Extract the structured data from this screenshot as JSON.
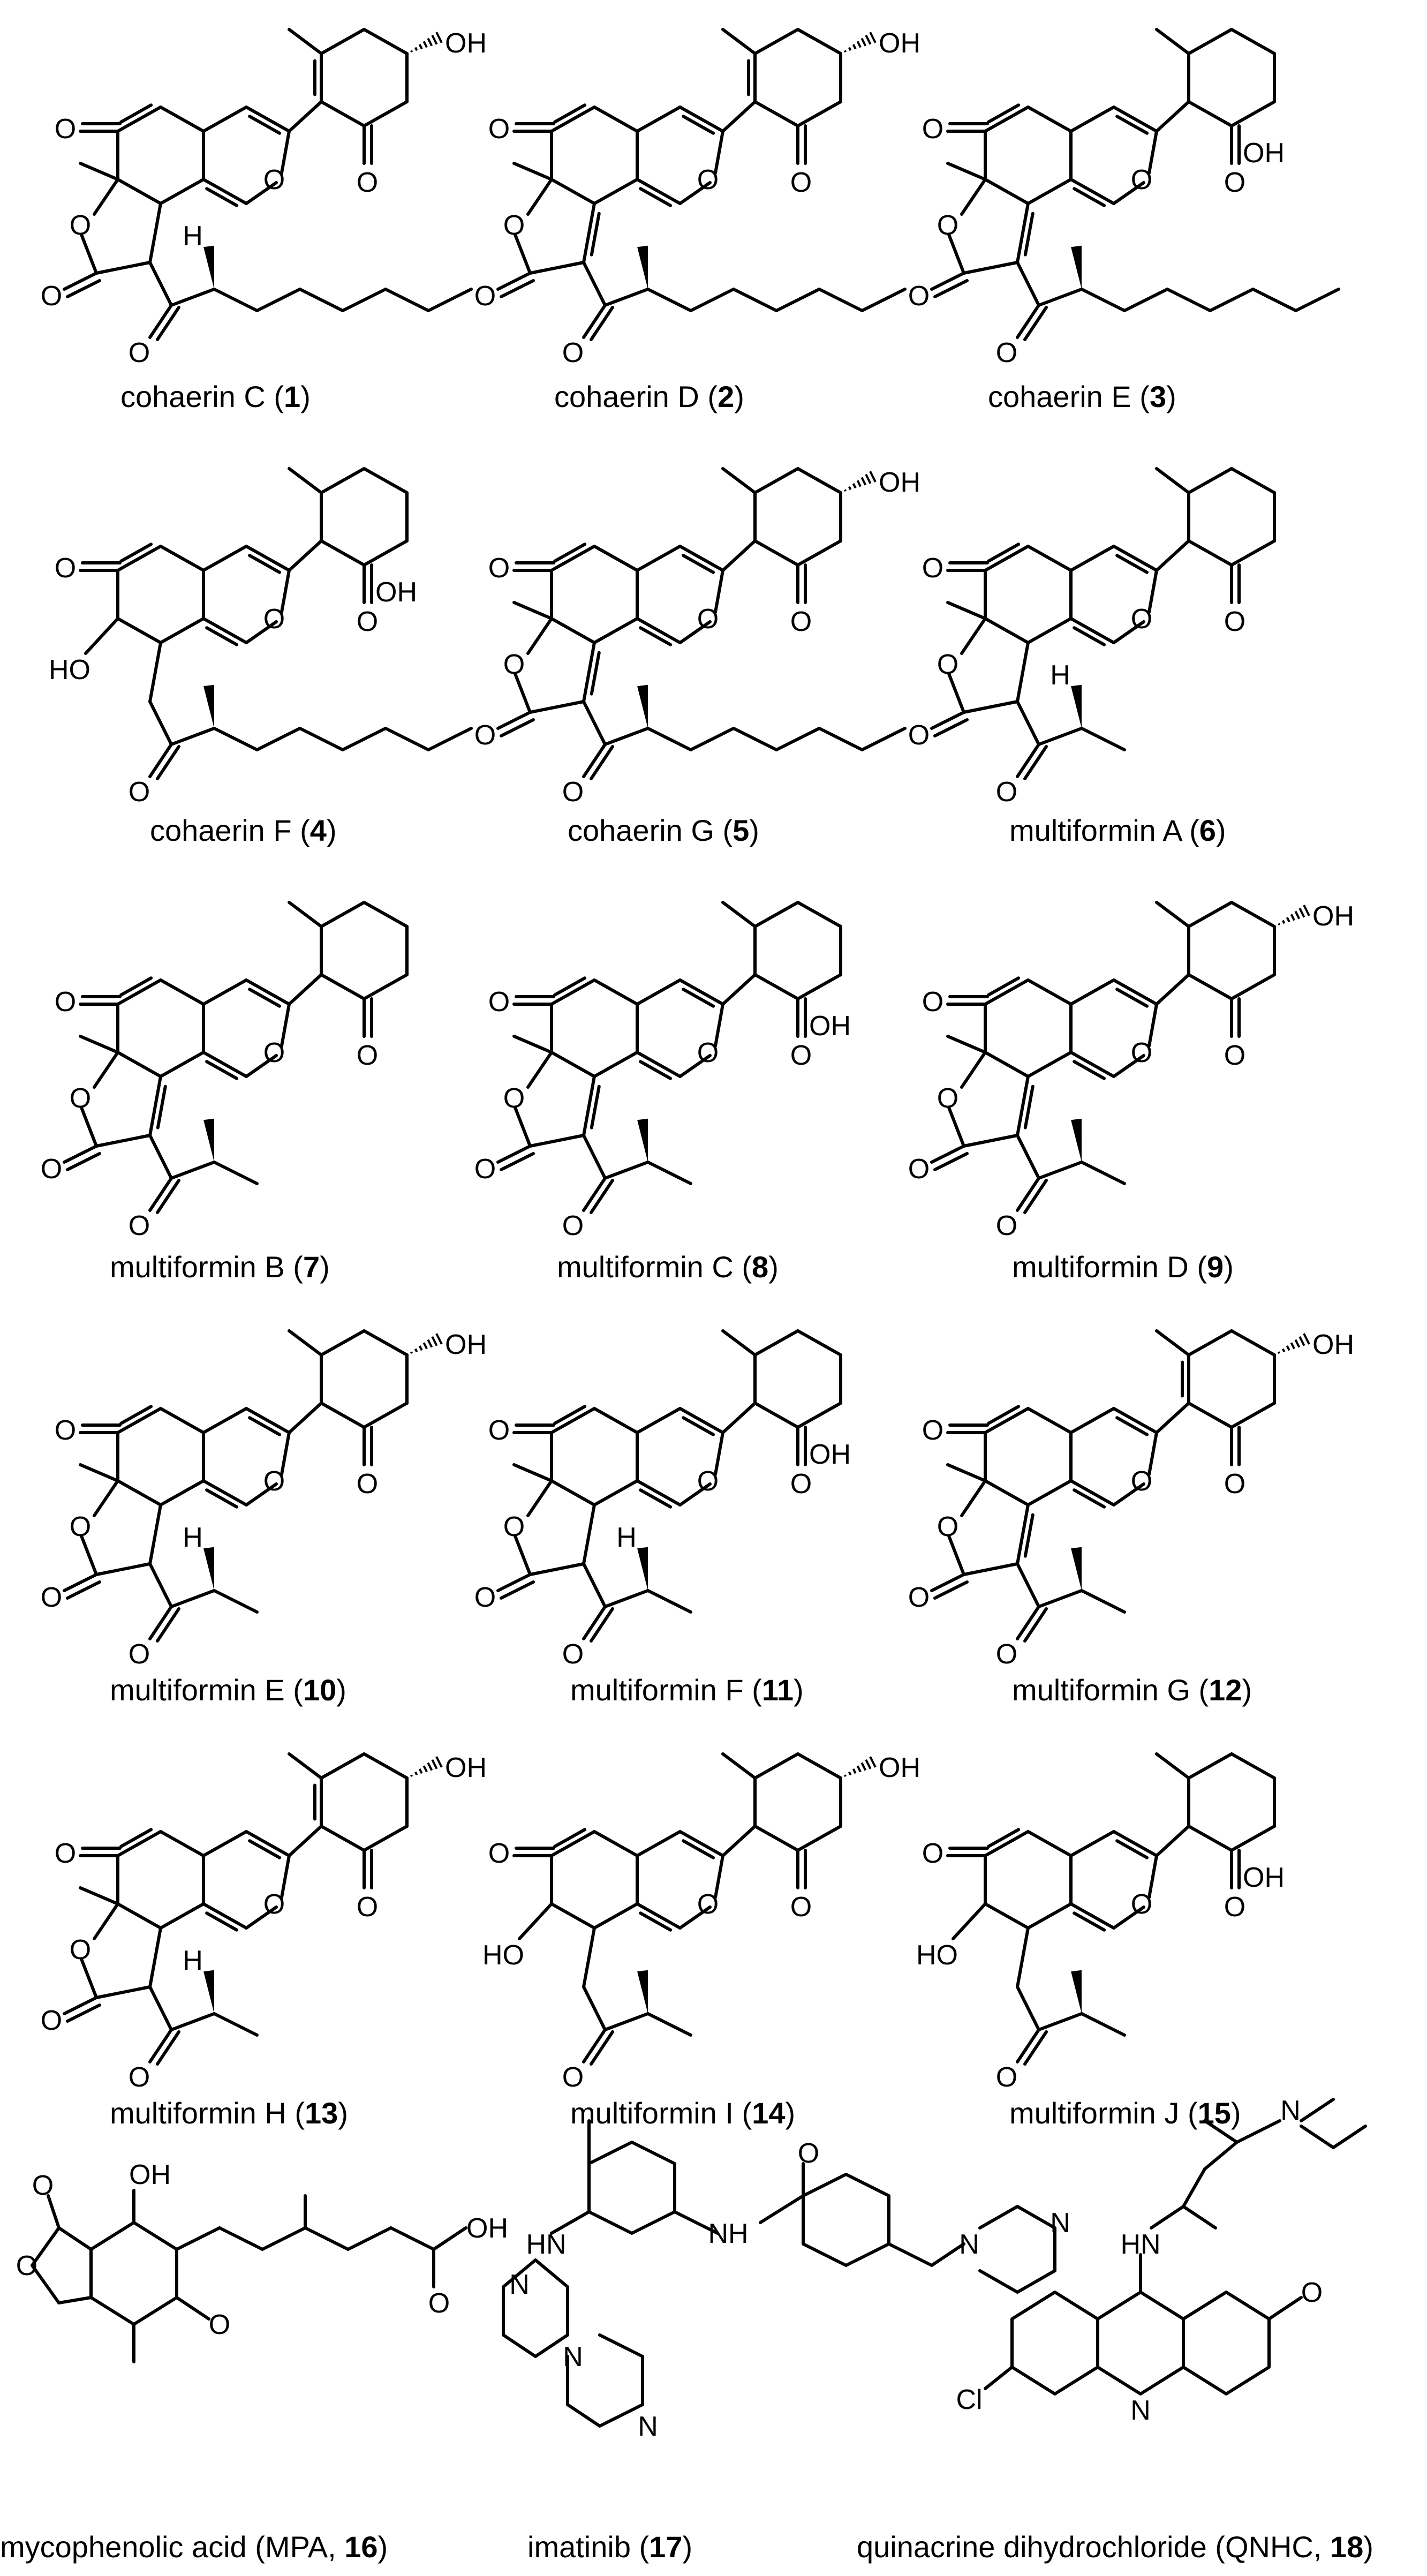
{
  "atoms": {
    "O": "O",
    "OH": "OH",
    "HO": "HO",
    "H": "H",
    "HN": "HN",
    "N": "N",
    "NH": "NH",
    "Cl": "Cl"
  },
  "compounds": [
    {
      "name": "cohaerin C (",
      "num": "1",
      "close": ")"
    },
    {
      "name": "cohaerin D (",
      "num": "2",
      "close": ")"
    },
    {
      "name": "cohaerin E (",
      "num": "3",
      "close": ")"
    },
    {
      "name": "cohaerin F (",
      "num": "4",
      "close": ")"
    },
    {
      "name": "cohaerin G (",
      "num": "5",
      "close": ")"
    },
    {
      "name": "multiformin A (",
      "num": "6",
      "close": ")"
    },
    {
      "name": "multiformin B (",
      "num": "7",
      "close": ")"
    },
    {
      "name": "multiformin C (",
      "num": "8",
      "close": ")"
    },
    {
      "name": "multiformin D (",
      "num": "9",
      "close": ")"
    },
    {
      "name": "multiformin E (",
      "num": "10",
      "close": ")"
    },
    {
      "name": "multiformin F (",
      "num": "11",
      "close": ")"
    },
    {
      "name": "multiformin G (",
      "num": "12",
      "close": ")"
    },
    {
      "name": "multiformin H (",
      "num": "13",
      "close": ")"
    },
    {
      "name": "multiformin I (",
      "num": "14",
      "close": ")"
    },
    {
      "name": "multiformin J (",
      "num": "15",
      "close": ")"
    },
    {
      "name": "mycophenolic acid (MPA, ",
      "num": "16",
      "close": ")"
    },
    {
      "name": "imatinib (",
      "num": "17",
      "close": ")"
    },
    {
      "name": "quinacrine dihydrochloride (QNHC, ",
      "num": "18",
      "close": ")"
    }
  ]
}
